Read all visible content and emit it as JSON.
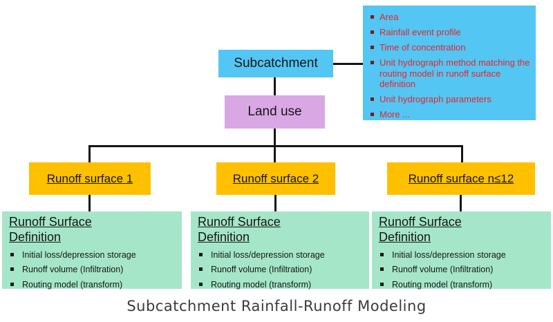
{
  "diagram": {
    "caption": "Subcatchment Rainfall-Runoff Modeling",
    "nodes": {
      "subcatchment": {
        "label": "Subcatchment"
      },
      "land_use": {
        "label": "Land use"
      },
      "surfaces": [
        {
          "label": "Runoff surface 1"
        },
        {
          "label": "Runoff surface 2"
        },
        {
          "label": "Runoff surface n≤12"
        }
      ],
      "definition": {
        "title": "Runoff Surface Definition",
        "bullets": [
          "Initial loss/depression storage",
          "Runoff volume (Infiltration)",
          "Routing model (transform)"
        ]
      },
      "subcatchment_attributes": {
        "bullets": [
          "Area",
          "Rainfall event profile",
          "Time of concentration",
          "Unit hydrograph method matching the routing model in runoff surface definition",
          "Unit hydrograph parameters",
          "More ..."
        ]
      }
    },
    "colors": {
      "node_cyan": "#53C6F3",
      "node_purple": "#D9A8E4",
      "node_gold": "#FFC000",
      "node_mint": "#A5E6C8",
      "attribute_text_red": "#E4262C",
      "attribute_bullet_dark_red": "#7B1B1B",
      "connector_black": "#141414"
    }
  }
}
